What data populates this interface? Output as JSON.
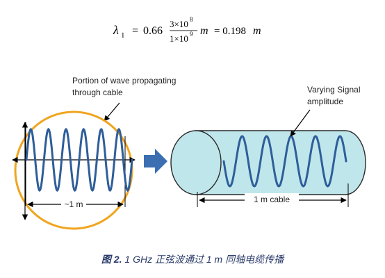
{
  "formula": {
    "symbol": "λ",
    "subscript": "1",
    "equals": "=",
    "coefficient": "0.66",
    "numerator": "3×10",
    "numerator_exp": "8",
    "denominator": "1×10",
    "denominator_exp": "9",
    "unit": "m",
    "result": "= 0.198",
    "result_unit": "m"
  },
  "left_panel": {
    "annotation_line1": "Portion of wave propagating",
    "annotation_line2": "through cable",
    "length_label": "~1 m"
  },
  "right_panel": {
    "annotation_line1": "Varying Signal",
    "annotation_line2": "amplitude",
    "length_label": "1 m cable"
  },
  "caption": {
    "prefix": "图 2.",
    "text": " 1 GHz 正弦波通过 1 m 同轴电缆传播"
  },
  "colors": {
    "wave": "#2e5e9a",
    "circle": "#f0a520",
    "cable_fill": "#bfe6ea",
    "cable_stroke": "#2a2a2a",
    "arrow": "#3b6fb2"
  }
}
